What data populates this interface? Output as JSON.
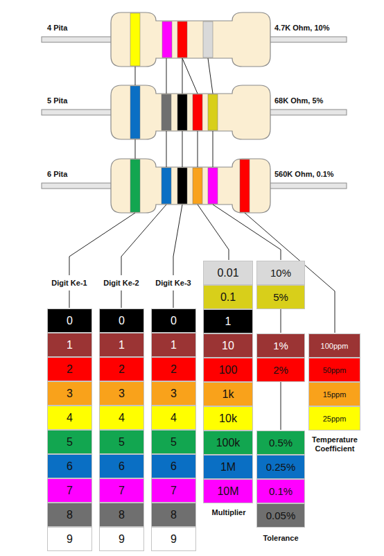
{
  "diagram": {
    "nodes": [
      {
        "text": [
          "0"
        ]
      },
      {
        "text": [
          "1"
        ]
      },
      {
        "text": [
          "2"
        ]
      },
      {
        "text": [
          "3"
        ]
      },
      {
        "text": [
          "4"
        ]
      },
      {
        "text": [
          "5"
        ]
      },
      {
        "text": [
          "6"
        ]
      },
      {
        "text": [
          "7"
        ]
      },
      {
        "text": [
          "8"
        ]
      },
      {
        "text": [
          "9"
        ]
      },
      {
        "text": [
          "0"
        ]
      },
      {
        "text": [
          "1"
        ]
      },
      {
        "text": [
          "2"
        ]
      },
      {
        "text": [
          "3"
        ]
      },
      {
        "text": [
          "4"
        ]
      },
      {
        "text": [
          "5"
        ]
      },
      {
        "text": [
          "6"
        ]
      },
      {
        "text": [
          "7"
        ]
      },
      {
        "text": [
          "8"
        ]
      },
      {
        "text": [
          "9"
        ]
      },
      {
        "text": [
          "0"
        ]
      },
      {
        "text": [
          "1"
        ]
      },
      {
        "text": [
          "2"
        ]
      },
      {
        "text": [
          "3"
        ]
      },
      {
        "text": [
          "4"
        ]
      },
      {
        "text": [
          "5"
        ]
      },
      {
        "text": [
          "6"
        ]
      },
      {
        "text": [
          "7"
        ]
      },
      {
        "text": [
          "8"
        ]
      },
      {
        "text": [
          "9"
        ]
      },
      {
        "text": [
          "0.01"
        ]
      },
      {
        "text": [
          "0.1"
        ]
      },
      {
        "text": [
          "1"
        ]
      },
      {
        "text": [
          "10"
        ]
      },
      {
        "text": [
          "100"
        ]
      },
      {
        "text": [
          "1k"
        ]
      },
      {
        "text": [
          "10k"
        ]
      },
      {
        "text": [
          "100k"
        ]
      },
      {
        "text": [
          "1M"
        ]
      },
      {
        "text": [
          "10M"
        ]
      },
      {
        "text": [
          "10%"
        ]
      },
      {
        "text": [
          "5%"
        ]
      },
      {
        "text": [
          "1%"
        ]
      },
      {
        "text": [
          "2%"
        ]
      },
      {
        "text": [
          "0.5%"
        ]
      },
      {
        "text": [
          "0.25%"
        ]
      },
      {
        "text": [
          "0.1%"
        ]
      },
      {
        "text": [
          "0.05%"
        ]
      },
      {
        "text": [
          "100ppm"
        ]
      },
      {
        "text": [
          "50ppm"
        ]
      },
      {
        "text": [
          "15ppm"
        ]
      },
      {
        "text": [
          "25ppm"
        ]
      }
    ],
    "labels": [
      "4 Pita",
      "4.7K Ohm, 10%",
      "5 Pita",
      "68K Ohm, 5%",
      "6 Pita",
      "560K Ohm, 0.1%",
      "Digit Ke-1",
      "Digit Ke-2",
      "Digit Ke-3",
      "Multiplier",
      "Tolerance",
      "Temperature Coefficient"
    ]
  }
}
